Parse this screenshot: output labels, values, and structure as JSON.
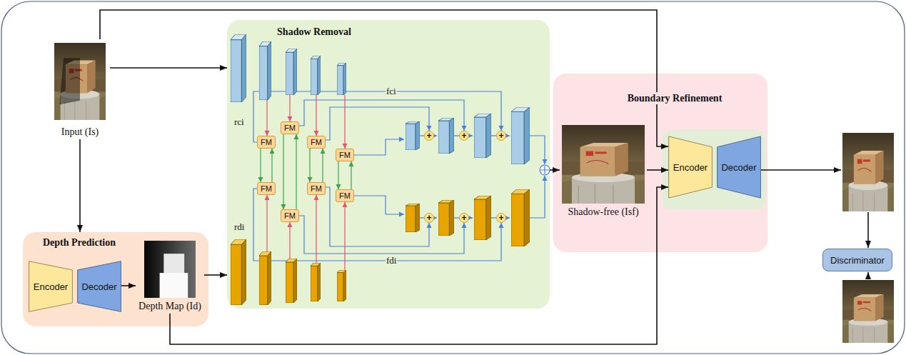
{
  "diagram": {
    "nodes": [
      {
        "text": [
          "Input (Is)"
        ]
      },
      {
        "text": [
          "Depth Prediction"
        ]
      },
      {
        "text": [
          "Encoder"
        ],
        "in": 1
      },
      {
        "text": [
          "Decoder"
        ],
        "in": 1
      },
      {
        "text": [
          "Depth Map (Id)"
        ],
        "in": 1
      },
      {
        "text": [
          "Shadow Removal"
        ]
      },
      {
        "text": [
          "FM"
        ],
        "in": 5
      },
      {
        "text": [
          "FM"
        ],
        "in": 5
      },
      {
        "text": [
          "FM"
        ],
        "in": 5
      },
      {
        "text": [
          "FM"
        ],
        "in": 5
      },
      {
        "text": [
          "FM"
        ],
        "in": 5
      },
      {
        "text": [
          "FM"
        ],
        "in": 5
      },
      {
        "text": [
          "FM"
        ],
        "in": 5
      },
      {
        "text": [
          "FM"
        ],
        "in": 5
      },
      {
        "text": [
          "Boundary Refinement"
        ]
      },
      {
        "text": [
          "Shadow-free (Isf)"
        ],
        "in": 14
      },
      {
        "text": [
          "Encoder"
        ],
        "in": 14
      },
      {
        "text": [
          "Decoder"
        ],
        "in": 14
      },
      {
        "text": [
          "Discriminator"
        ]
      }
    ],
    "edges": [
      {
        "from": 0,
        "to": 5,
        "arrow": "to"
      },
      {
        "from": 0,
        "to": 1,
        "arrow": "to"
      },
      {
        "from": 3,
        "to": 4,
        "arrow": "to"
      },
      {
        "from": 4,
        "to": 5,
        "arrow": "to"
      },
      {
        "from": 4,
        "to": 16,
        "arrow": "to"
      },
      {
        "from": 0,
        "to": 16,
        "arrow": "to"
      },
      {
        "from": 5,
        "to": 15,
        "arrow": "to"
      },
      {
        "from": 15,
        "to": 16,
        "arrow": "to"
      }
    ],
    "labels": [
      "rci",
      "fci",
      "rdi",
      "fdi",
      "+",
      "+",
      "+",
      "+",
      "+",
      "+"
    ]
  }
}
